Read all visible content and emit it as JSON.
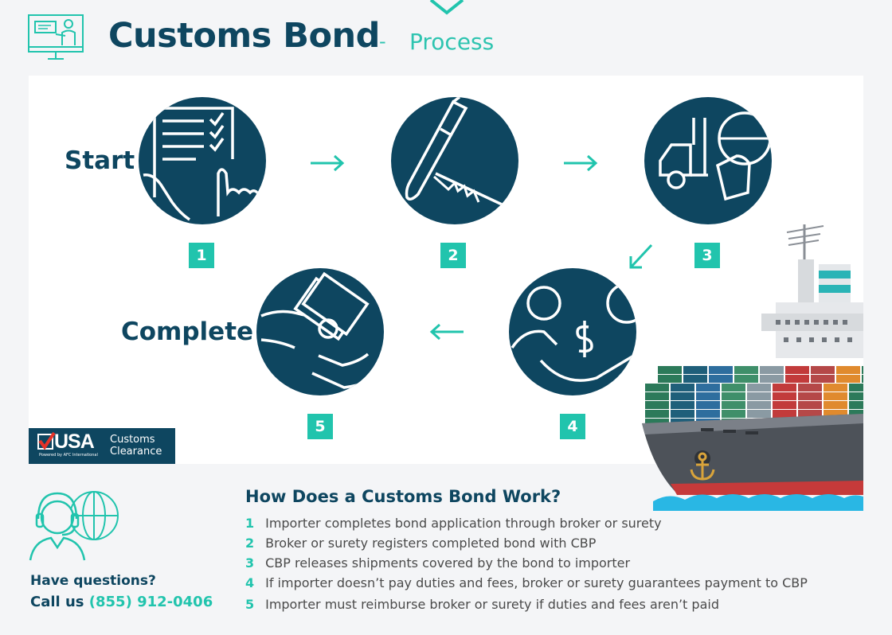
{
  "header": {
    "title": "Customs Bond",
    "separator": "-",
    "subtitle": "Process"
  },
  "steps": [
    {
      "number": "1",
      "icon": "checklist-hand-icon",
      "label": "Start"
    },
    {
      "number": "2",
      "icon": "pen-signature-icon",
      "label": ""
    },
    {
      "number": "3",
      "icon": "truck-globe-icon",
      "label": ""
    },
    {
      "number": "4",
      "icon": "money-hand-icon",
      "label": ""
    },
    {
      "number": "5",
      "icon": "cash-payment-icon",
      "label": "Complete"
    }
  ],
  "logo": {
    "brand": "USA",
    "line1": "Customs",
    "line2": "Clearance",
    "tagline": "Powered by AFC International"
  },
  "contact": {
    "question": "Have questions?",
    "call_prefix": "Call us",
    "phone": "(855) 912-0406"
  },
  "how": {
    "title": "How Does a Customs Bond Work?",
    "items": [
      {
        "num": "1",
        "text": "Importer completes bond application through broker or surety"
      },
      {
        "num": "2",
        "text": "Broker or surety registers completed bond with CBP"
      },
      {
        "num": "3",
        "text": "CBP releases shipments covered by the bond to importer"
      },
      {
        "num": "4",
        "text": "If importer doesn’t pay duties and fees, broker or surety guarantees payment to CBP"
      },
      {
        "num": "5",
        "text": "Importer must reimburse broker or surety if duties and fees aren’t paid"
      }
    ]
  },
  "colors": {
    "navy": "#0e4660",
    "teal": "#21c4ad",
    "background": "#f4f5f7",
    "panel": "#ffffff"
  }
}
